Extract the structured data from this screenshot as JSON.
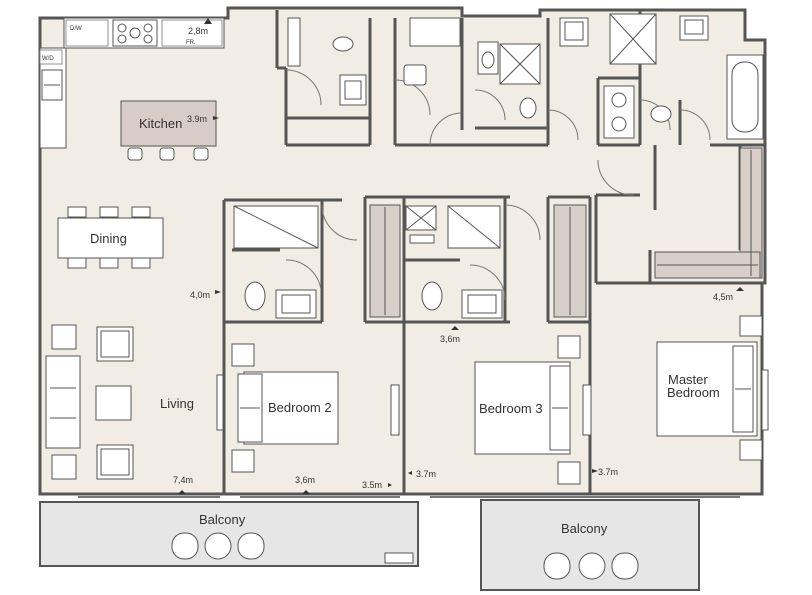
{
  "rooms": {
    "kitchen": "Kitchen",
    "dining": "Dining",
    "living": "Living",
    "bedroom2": "Bedroom 2",
    "bedroom3": "Bedroom 3",
    "master_line1": "Master",
    "master_line2": "Bedroom",
    "balcony_left": "Balcony",
    "balcony_right": "Balcony"
  },
  "dimensions": {
    "top_right": "2,8m",
    "kitchen": "3.9m",
    "living_height": "4,0m",
    "bath_width": "3,6m",
    "master_width": "4,5m",
    "living_width": "7,4m",
    "bedroom2_width": "3,6m",
    "bedroom2_height": "3.5m",
    "bedroom3_height": "3.7m",
    "master_height": "3.7m"
  },
  "appliances": {
    "dishwasher": "D/W",
    "fridge": "FR.",
    "washer": "W/D"
  },
  "colors": {
    "wall": "#555555",
    "floor": "#f1ede4",
    "balcony": "#e6e6e6",
    "furniture": "#ffffff",
    "kitchen_island": "#d8ccc8",
    "wardrobe": "#d9cfc9"
  }
}
